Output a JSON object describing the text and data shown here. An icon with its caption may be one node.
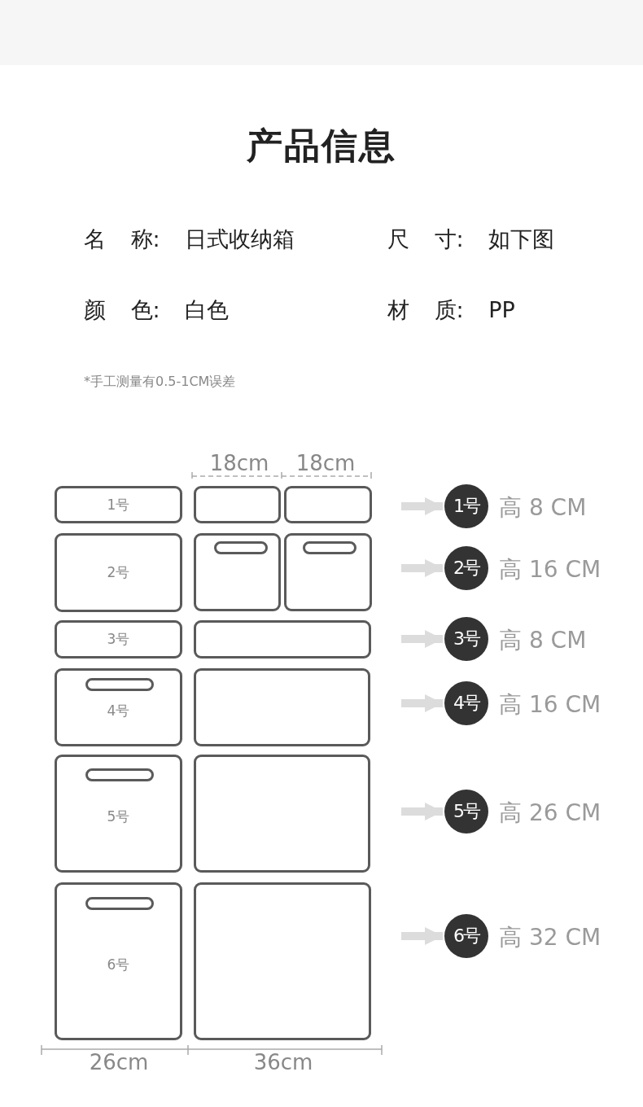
{
  "diagram": {
    "title": "产品信息",
    "nodes": [
      {
        "text": [
          "1号"
        ]
      },
      {
        "text": [],
        "shape": "box"
      },
      {
        "text": [],
        "shape": "box"
      },
      {
        "text": [
          "1号"
        ],
        "beside": [
          "高 8 CM"
        ]
      },
      {
        "text": [
          "2号"
        ]
      },
      {
        "text": [],
        "shape": "box"
      },
      {
        "text": [],
        "shape": "box"
      },
      {
        "text": [
          "2号"
        ],
        "beside": [
          "高 16 CM"
        ]
      },
      {
        "text": [
          "3号"
        ]
      },
      {
        "text": [],
        "shape": "box"
      },
      {
        "text": [
          "3号"
        ],
        "beside": [
          "高 8 CM"
        ]
      },
      {
        "text": [
          "4号"
        ]
      },
      {
        "text": [],
        "shape": "box"
      },
      {
        "text": [
          "4号"
        ],
        "beside": [
          "高 16 CM"
        ]
      },
      {
        "text": [
          "5号"
        ]
      },
      {
        "text": [],
        "shape": "box"
      },
      {
        "text": [
          "5号"
        ],
        "beside": [
          "高 26 CM"
        ]
      },
      {
        "text": [
          "6号"
        ]
      },
      {
        "text": [],
        "shape": "box"
      },
      {
        "text": [
          "6号"
        ],
        "beside": [
          "高 32 CM"
        ]
      }
    ],
    "edges": [
      {
        "from": null,
        "to": 3,
        "arrow": "to"
      },
      {
        "from": null,
        "to": 7,
        "arrow": "to"
      },
      {
        "from": null,
        "to": 10,
        "arrow": "to"
      },
      {
        "from": null,
        "to": 13,
        "arrow": "to"
      },
      {
        "from": null,
        "to": 16,
        "arrow": "to"
      },
      {
        "from": null,
        "to": 19,
        "arrow": "to"
      }
    ],
    "labels": [
      "名 称: 日式收纳箱",
      "尺 寸: 如下图",
      "颜 色: 白色",
      "材 质: PP",
      "*手工测量有0.5-1CM误差",
      "18cm",
      "18cm",
      "26cm",
      "36cm"
    ]
  }
}
